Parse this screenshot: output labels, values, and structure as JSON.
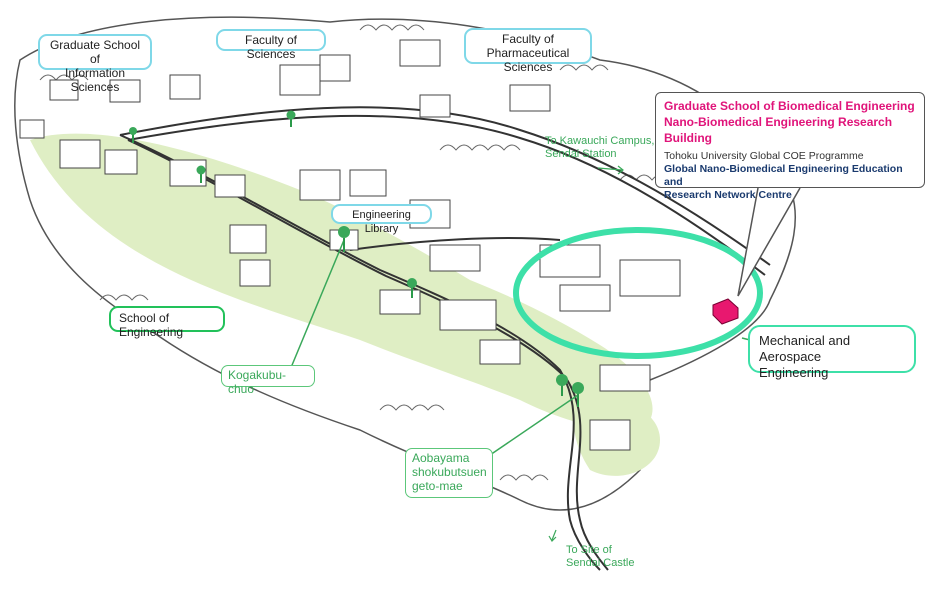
{
  "map": {
    "colors": {
      "green_zone": "#dfeec4",
      "highlight_ring": "#3de0a8",
      "target_building": "#e8186f",
      "accent_green": "#3aa85a",
      "label_border_cyan": "#7fd8e8"
    },
    "labels": {
      "grad_info": [
        "Graduate School of",
        "Information Sciences"
      ],
      "faculty_sci": "Faculty of Sciences",
      "faculty_pharm": [
        "Faculty of",
        "Pharmaceutical Sciences"
      ],
      "eng_library": "Engineering Library",
      "school_eng": "School of Engineering",
      "kogakubu": "Kogakubu-chuo",
      "aobayama": [
        "Aobayama",
        "shokubutsuen",
        "geto-mae"
      ],
      "to_kawauchi": [
        "To Kawauchi Campus,",
        "Sendai Station"
      ],
      "to_castle": [
        "To Site of",
        "Sendai Castle"
      ],
      "mech_aero": [
        "Mechanical and Aerospace",
        "Engineering"
      ]
    },
    "callout": {
      "title_line1": "Graduate School of Biomedical Engineering",
      "title_line2": "Nano-Biomedical Engineering Research Building",
      "programme": "Tohoku University Global COE Programme",
      "centre_line1": "Global Nano-Biomedical Engineering Education and",
      "centre_line2": "Research Network Centre"
    },
    "icons": [
      "bus-stop-icon",
      "direction-arrow-icon",
      "building-icon",
      "tree-icon"
    ]
  }
}
